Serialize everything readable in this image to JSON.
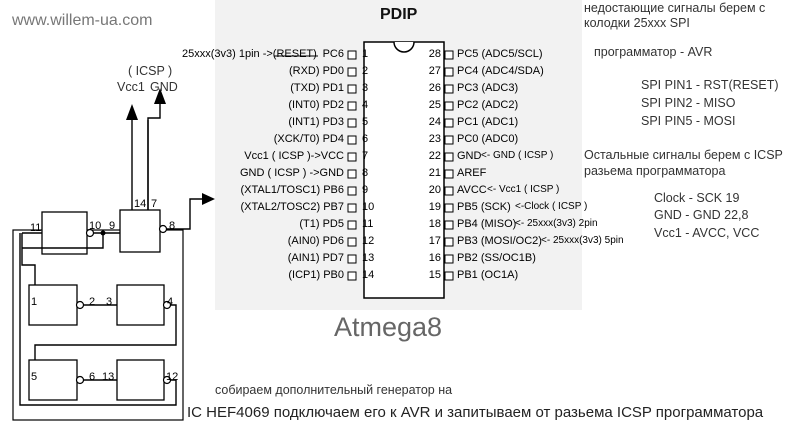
{
  "site": "www.willem-ua.com",
  "chip": {
    "package": "PDIP",
    "name": "Atmega8",
    "left_pins": [
      {
        "num": "1",
        "label": "PC6",
        "note": "25xxx(3v3) 1pin ->(RESET)"
      },
      {
        "num": "2",
        "label": "(RXD) PD0",
        "note": ""
      },
      {
        "num": "3",
        "label": "(TXD) PD1",
        "note": ""
      },
      {
        "num": "4",
        "label": "(INT0) PD2",
        "note": ""
      },
      {
        "num": "5",
        "label": "(INT1) PD3",
        "note": ""
      },
      {
        "num": "6",
        "label": "(XCK/T0) PD4",
        "note": ""
      },
      {
        "num": "7",
        "label": "Vcc1 ( ICSP )->VCC",
        "note": ""
      },
      {
        "num": "8",
        "label": "GND ( ICSP ) ->GND",
        "note": ""
      },
      {
        "num": "9",
        "label": "(XTAL1/TOSC1) PB6",
        "note": ""
      },
      {
        "num": "10",
        "label": "(XTAL2/TOSC2) PB7",
        "note": ""
      },
      {
        "num": "11",
        "label": "(T1) PD5",
        "note": ""
      },
      {
        "num": "12",
        "label": "(AIN0) PD6",
        "note": ""
      },
      {
        "num": "13",
        "label": "(AIN1) PD7",
        "note": ""
      },
      {
        "num": "14",
        "label": "(ICP1) PB0",
        "note": ""
      }
    ],
    "right_pins": [
      {
        "num": "28",
        "label": "PC5 (ADC5/SCL)",
        "note": ""
      },
      {
        "num": "27",
        "label": "PC4 (ADC4/SDA)",
        "note": ""
      },
      {
        "num": "26",
        "label": "PC3 (ADC3)",
        "note": ""
      },
      {
        "num": "25",
        "label": "PC2 (ADC2)",
        "note": ""
      },
      {
        "num": "24",
        "label": "PC1 (ADC1)",
        "note": ""
      },
      {
        "num": "23",
        "label": "PC0 (ADC0)",
        "note": ""
      },
      {
        "num": "22",
        "label": "GND",
        "note": "<- GND ( ICSP )"
      },
      {
        "num": "21",
        "label": "AREF",
        "note": ""
      },
      {
        "num": "20",
        "label": "AVCC",
        "note": "<- Vcc1 ( ICSP )"
      },
      {
        "num": "19",
        "label": "PB5 (SCK)",
        "note": "<-Clock ( ICSP )"
      },
      {
        "num": "18",
        "label": "PB4 (MISO)",
        "note": "<- 25xxx(3v3) 2pin"
      },
      {
        "num": "17",
        "label": "PB3 (MOSI/OC2)",
        "note": "<- 25xxx(3v3)  5pin"
      },
      {
        "num": "16",
        "label": "PB2 (SS/OC1B)",
        "note": ""
      },
      {
        "num": "15",
        "label": "PB1 (OC1A)",
        "note": ""
      }
    ]
  },
  "notes": {
    "line1": "недостающие сигналы берем с",
    "line2": "колодки 25xxx SPI",
    "programmer": "программатор  -   AVR",
    "spi1": "SPI PIN1 - RST(RESET)",
    "spi2": "SPI PIN2 - MISO",
    "spi5": "SPI PIN5 - MOSI",
    "icsp1": "Остальные сигналы берем с ICSP",
    "icsp2": "разьема программатора",
    "clock": "Clock - SCK 19",
    "gnd": "GND - GND 22,8",
    "vcc": "Vcc1 - AVCC, VCC",
    "bottom1": "собираем дополнительный  генератор на",
    "bottom2": "IC  HEF4069  подключаем его к AVR и запитываем от разьема ICSP программатора"
  },
  "icsp": {
    "title": "( ICSP )",
    "vcc": "Vcc1",
    "gnd": "GND"
  },
  "gates": {
    "g1": {
      "in": "11",
      "out": "10"
    },
    "g2": {
      "in": "9",
      "out": "8"
    },
    "g3": {
      "in": "1",
      "out": "2"
    },
    "g4": {
      "in": "3",
      "out": "4"
    },
    "g5": {
      "in": "5",
      "out": "6"
    },
    "g6": {
      "in": "13",
      "out": "12"
    },
    "vcc_pin": "14",
    "gnd_pin": "7"
  }
}
